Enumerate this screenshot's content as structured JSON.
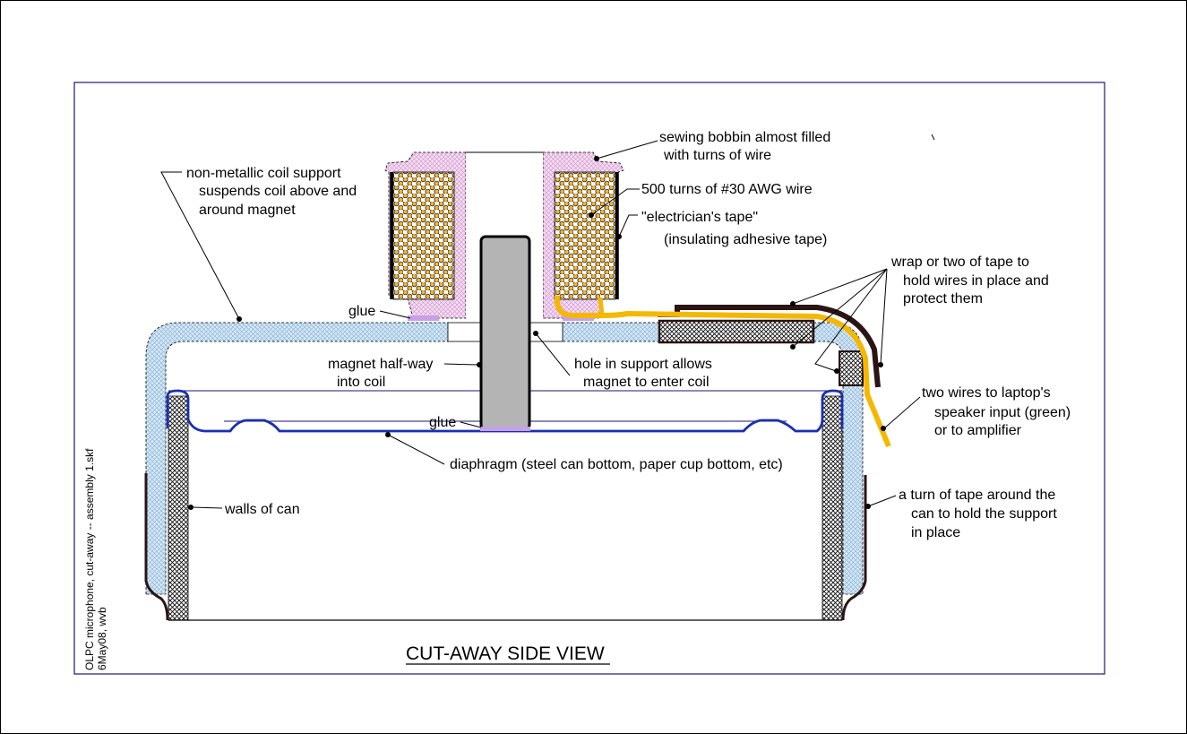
{
  "title": "CUT-AWAY SIDE VIEW",
  "side_note": {
    "line1": "OLPC microphone, cut-away -- assembly 1.skf",
    "line2": "6May08, wvb"
  },
  "labels": {
    "bobbin": [
      "sewing bobbin almost filled",
      "with turns of wire"
    ],
    "turns": "500 turns of #30 AWG wire",
    "tape": [
      "\"electrician's tape\"",
      "(insulating adhesive tape)"
    ],
    "support": [
      "non-metallic coil support",
      "suspends coil above and",
      "around magnet"
    ],
    "glue_top": "glue",
    "wrap": [
      "wrap or two of tape to",
      "hold wires in place and",
      "protect them"
    ],
    "magnet": [
      "magnet half-way",
      "into coil"
    ],
    "hole": [
      "hole in support allows",
      "magnet  to enter coil"
    ],
    "glue_bottom": "glue",
    "wires": [
      "two wires to laptop's",
      "speaker input (green)",
      "or to amplifier"
    ],
    "diaphragm": "diaphragm (steel can bottom, paper cup bottom, etc)",
    "walls": "walls of can",
    "can_tape": [
      "a turn of  tape around the",
      "can to hold the support",
      "in place"
    ]
  },
  "colors": {
    "frame": "#1a1a6e",
    "support_fill": "#cfe3f3",
    "bobbin_fill": "#f2d6f0",
    "coil_fill": "#f5b531",
    "wire": "#f5b800",
    "diaphragm": "#1a2fb0",
    "magnet": "#b4b4b4",
    "tape": "#2a1414",
    "glue": "#c7a0e8"
  }
}
